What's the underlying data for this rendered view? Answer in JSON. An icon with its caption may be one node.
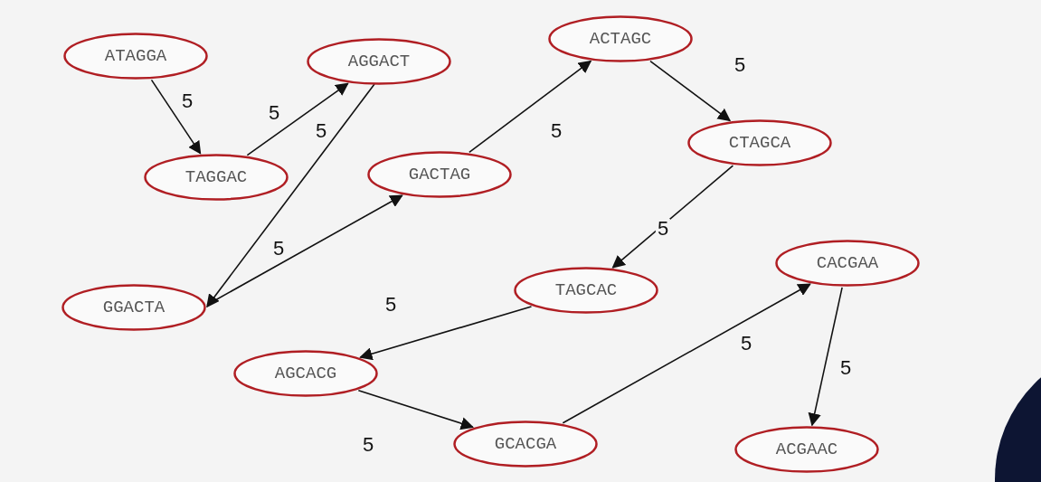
{
  "diagram": {
    "nodes": [
      {
        "text": [
          "ATAGGA"
        ]
      },
      {
        "text": [
          "AGGACT"
        ]
      },
      {
        "text": [
          "TAGGAC"
        ]
      },
      {
        "text": [
          "GACTAG"
        ]
      },
      {
        "text": [
          "ACTAGC"
        ]
      },
      {
        "text": [
          "CTAGCA"
        ]
      },
      {
        "text": [
          "GGACTA"
        ]
      },
      {
        "text": [
          "TAGCAC"
        ]
      },
      {
        "text": [
          "CACGAA"
        ]
      },
      {
        "text": [
          "AGCACG"
        ]
      },
      {
        "text": [
          "GCACGA"
        ]
      },
      {
        "text": [
          "ACGAAC"
        ]
      }
    ],
    "edges": [
      {
        "from": 0,
        "to": 2,
        "arrow": "to",
        "label": "5"
      },
      {
        "from": 2,
        "to": 1,
        "arrow": "to",
        "label": "5"
      },
      {
        "from": 1,
        "to": 6,
        "arrow": "to",
        "label": "5"
      },
      {
        "from": 6,
        "to": 3,
        "arrow": "to",
        "label": "5"
      },
      {
        "from": 3,
        "to": 4,
        "arrow": "to",
        "label": "5"
      },
      {
        "from": 4,
        "to": 5,
        "arrow": "to",
        "label": "5"
      },
      {
        "from": 5,
        "to": 7,
        "arrow": "to",
        "label": "5"
      },
      {
        "from": 7,
        "to": 9,
        "arrow": "to",
        "label": "5"
      },
      {
        "from": 9,
        "to": 10,
        "arrow": "to",
        "label": "5"
      },
      {
        "from": 10,
        "to": 8,
        "arrow": "to",
        "label": "5"
      },
      {
        "from": 8,
        "to": 11,
        "arrow": "to",
        "label": "5"
      }
    ]
  }
}
